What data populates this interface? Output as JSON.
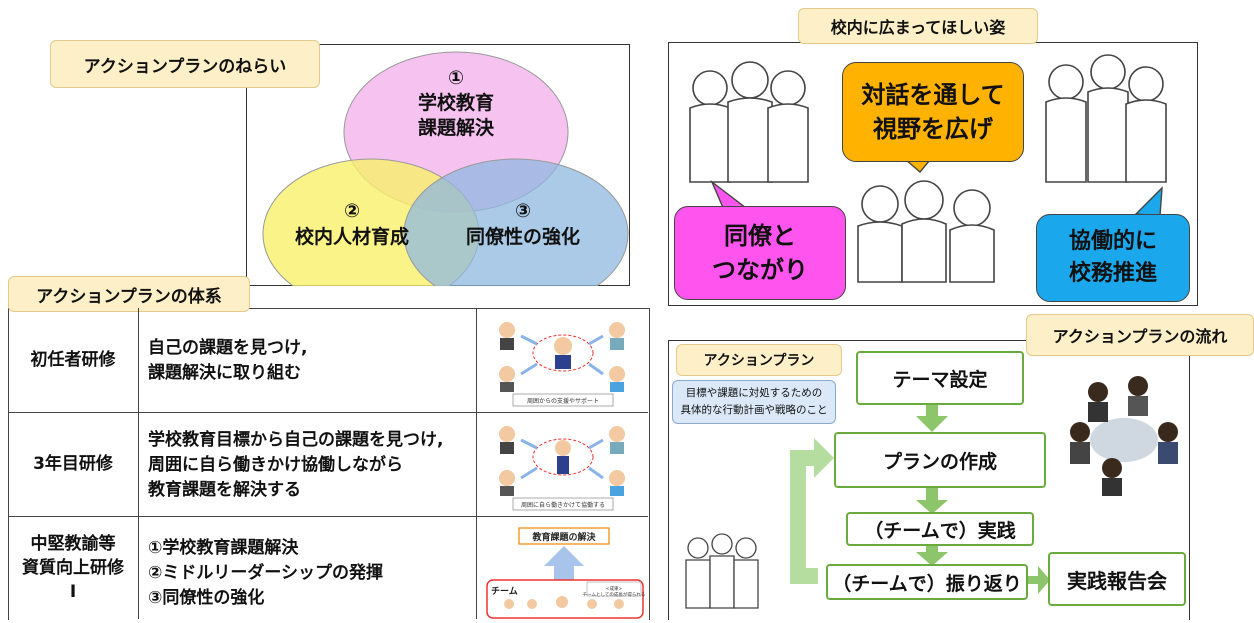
{
  "aim": {
    "label": "アクションプランのねらい",
    "circles": [
      {
        "num": "①",
        "text": "学校教育\n課題解決",
        "color": "#f5b8ee"
      },
      {
        "num": "②",
        "text": "校内人材育成",
        "color": "#f7f06a"
      },
      {
        "num": "③",
        "text": "同僚性の強化",
        "color": "#8fb8e0"
      }
    ]
  },
  "system": {
    "label": "アクションプランの体系",
    "rows": [
      {
        "name": "初任者研修",
        "desc": "自己の課題を見つけ,\n課題解決に取り組む",
        "caption": "周囲からの支援やサポート"
      },
      {
        "name": "3年目研修",
        "desc": "学校教育目標から自己の課題を見つけ,\n周囲に自ら働きかけ協働しながら\n教育課題を解決する",
        "caption": "周囲に自ら働きかけて協働する"
      },
      {
        "name": "中堅教諭等\n資質向上研修\nⅠ",
        "desc": "①学校教育課題解決\n②ミドルリーダーシップの発揮\n③同僚性の強化",
        "caption_top": "教育課題の解決",
        "caption_team": "チーム",
        "caption_note": "<成果>\nチームとしての成長が得られる"
      }
    ]
  },
  "vision": {
    "label": "校内に広まってほしい姿",
    "bubbles": [
      {
        "text": "対話を通して\n視野を広げ",
        "color": "#ffb300"
      },
      {
        "text": "同僚と\nつながり",
        "color": "#ff55ee"
      },
      {
        "text": "協働的に\n校務推進",
        "color": "#1aa7ec"
      }
    ]
  },
  "flow": {
    "label": "アクションプランの流れ",
    "def_label": "アクションプラン",
    "def_text": "目標や課題に対処するための\n具体的な行動計画や戦略のこと",
    "steps": [
      "テーマ設定",
      "プランの作成",
      "（チームで）実践",
      "（チームで）振り返り"
    ],
    "report": "実践報告会"
  },
  "colors": {
    "flow_green": "#6aab3f",
    "arrow_green": "#8cc56a"
  }
}
